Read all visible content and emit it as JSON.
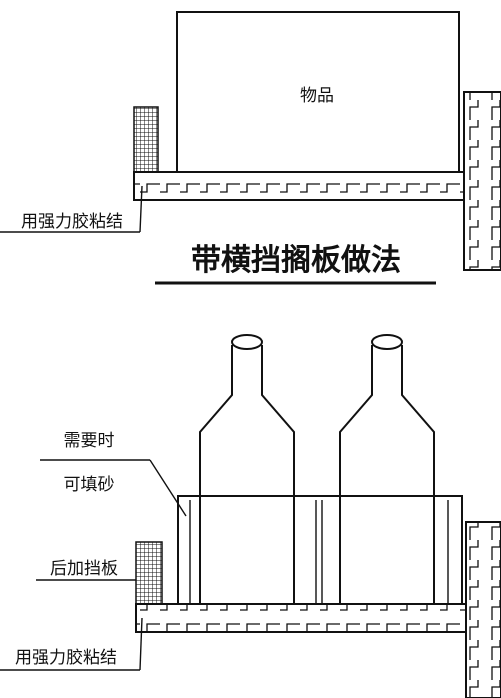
{
  "top": {
    "item_label": "物品",
    "glue_label": "用强力胶粘结",
    "caption": "带横挡搁板做法"
  },
  "bottom": {
    "sand_label_line1": "需要时",
    "sand_label_line2": "可填砂",
    "baffle_label": "后加挡板",
    "glue_label": "用强力胶粘结"
  }
}
